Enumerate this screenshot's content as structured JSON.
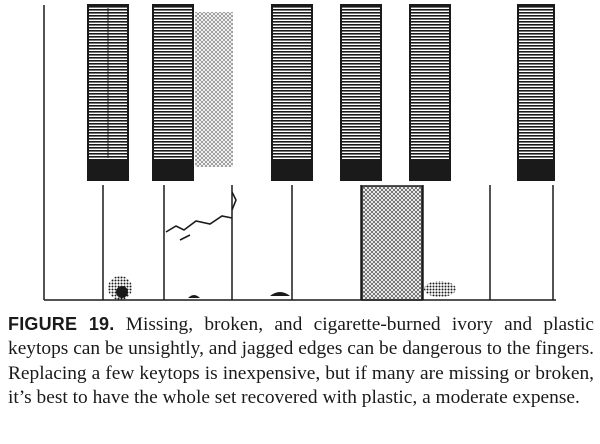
{
  "figure": {
    "description_label": "Piano keys illustration",
    "label": "FIGURE 19.",
    "caption": "Missing, broken, and cigarette-burned ivory and plastic keytops can be unsightly, and jagged edges can be dangerous to the fingers. Replacing a few keytops is inexpensive, but if many are missing or broken, it’s best to have the whole set recovered with plastic, a moderate expense."
  },
  "colors": {
    "ink": "#1a1a1a",
    "paper": "#ffffff"
  }
}
